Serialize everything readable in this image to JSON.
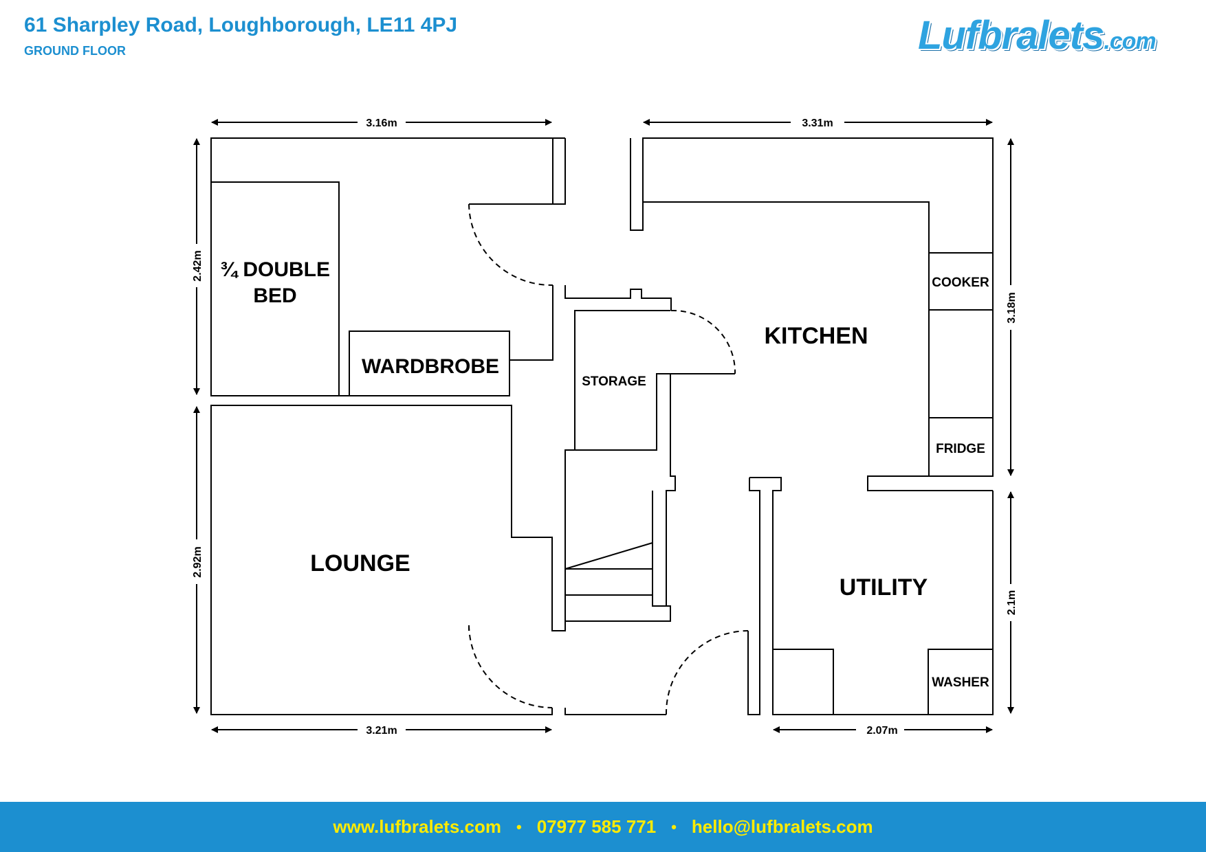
{
  "header": {
    "address": "61 Sharpley Road, Loughborough, LE11 4PJ",
    "floor": "GROUND FLOOR"
  },
  "logo": {
    "main": "Lufbralets",
    "suffix": ".com"
  },
  "rooms": {
    "bed": [
      "¾ DOUBLE",
      "BED"
    ],
    "wardrobe": "WARDBROBE",
    "storage": "STORAGE",
    "kitchen": "KITCHEN",
    "cooker": "COOKER",
    "fridge": "FRIDGE",
    "lounge": "LOUNGE",
    "utility": "UTILITY",
    "washer": "WASHER"
  },
  "dimensions": {
    "bedroom_width": "3.16m",
    "kitchen_width": "3.31m",
    "bedroom_depth": "2.42m",
    "kitchen_depth": "3.18m",
    "lounge_depth": "2.92m",
    "utility_depth": "2.1m",
    "lounge_width": "3.21m",
    "utility_width": "2.07m"
  },
  "footer": {
    "website": "www.lufbralets.com",
    "phone": "07977 585 771",
    "email": "hello@lufbralets.com",
    "separator": "•"
  },
  "colors": {
    "brand_blue": "#1c8fd0",
    "footer_text": "#ffeb00"
  }
}
